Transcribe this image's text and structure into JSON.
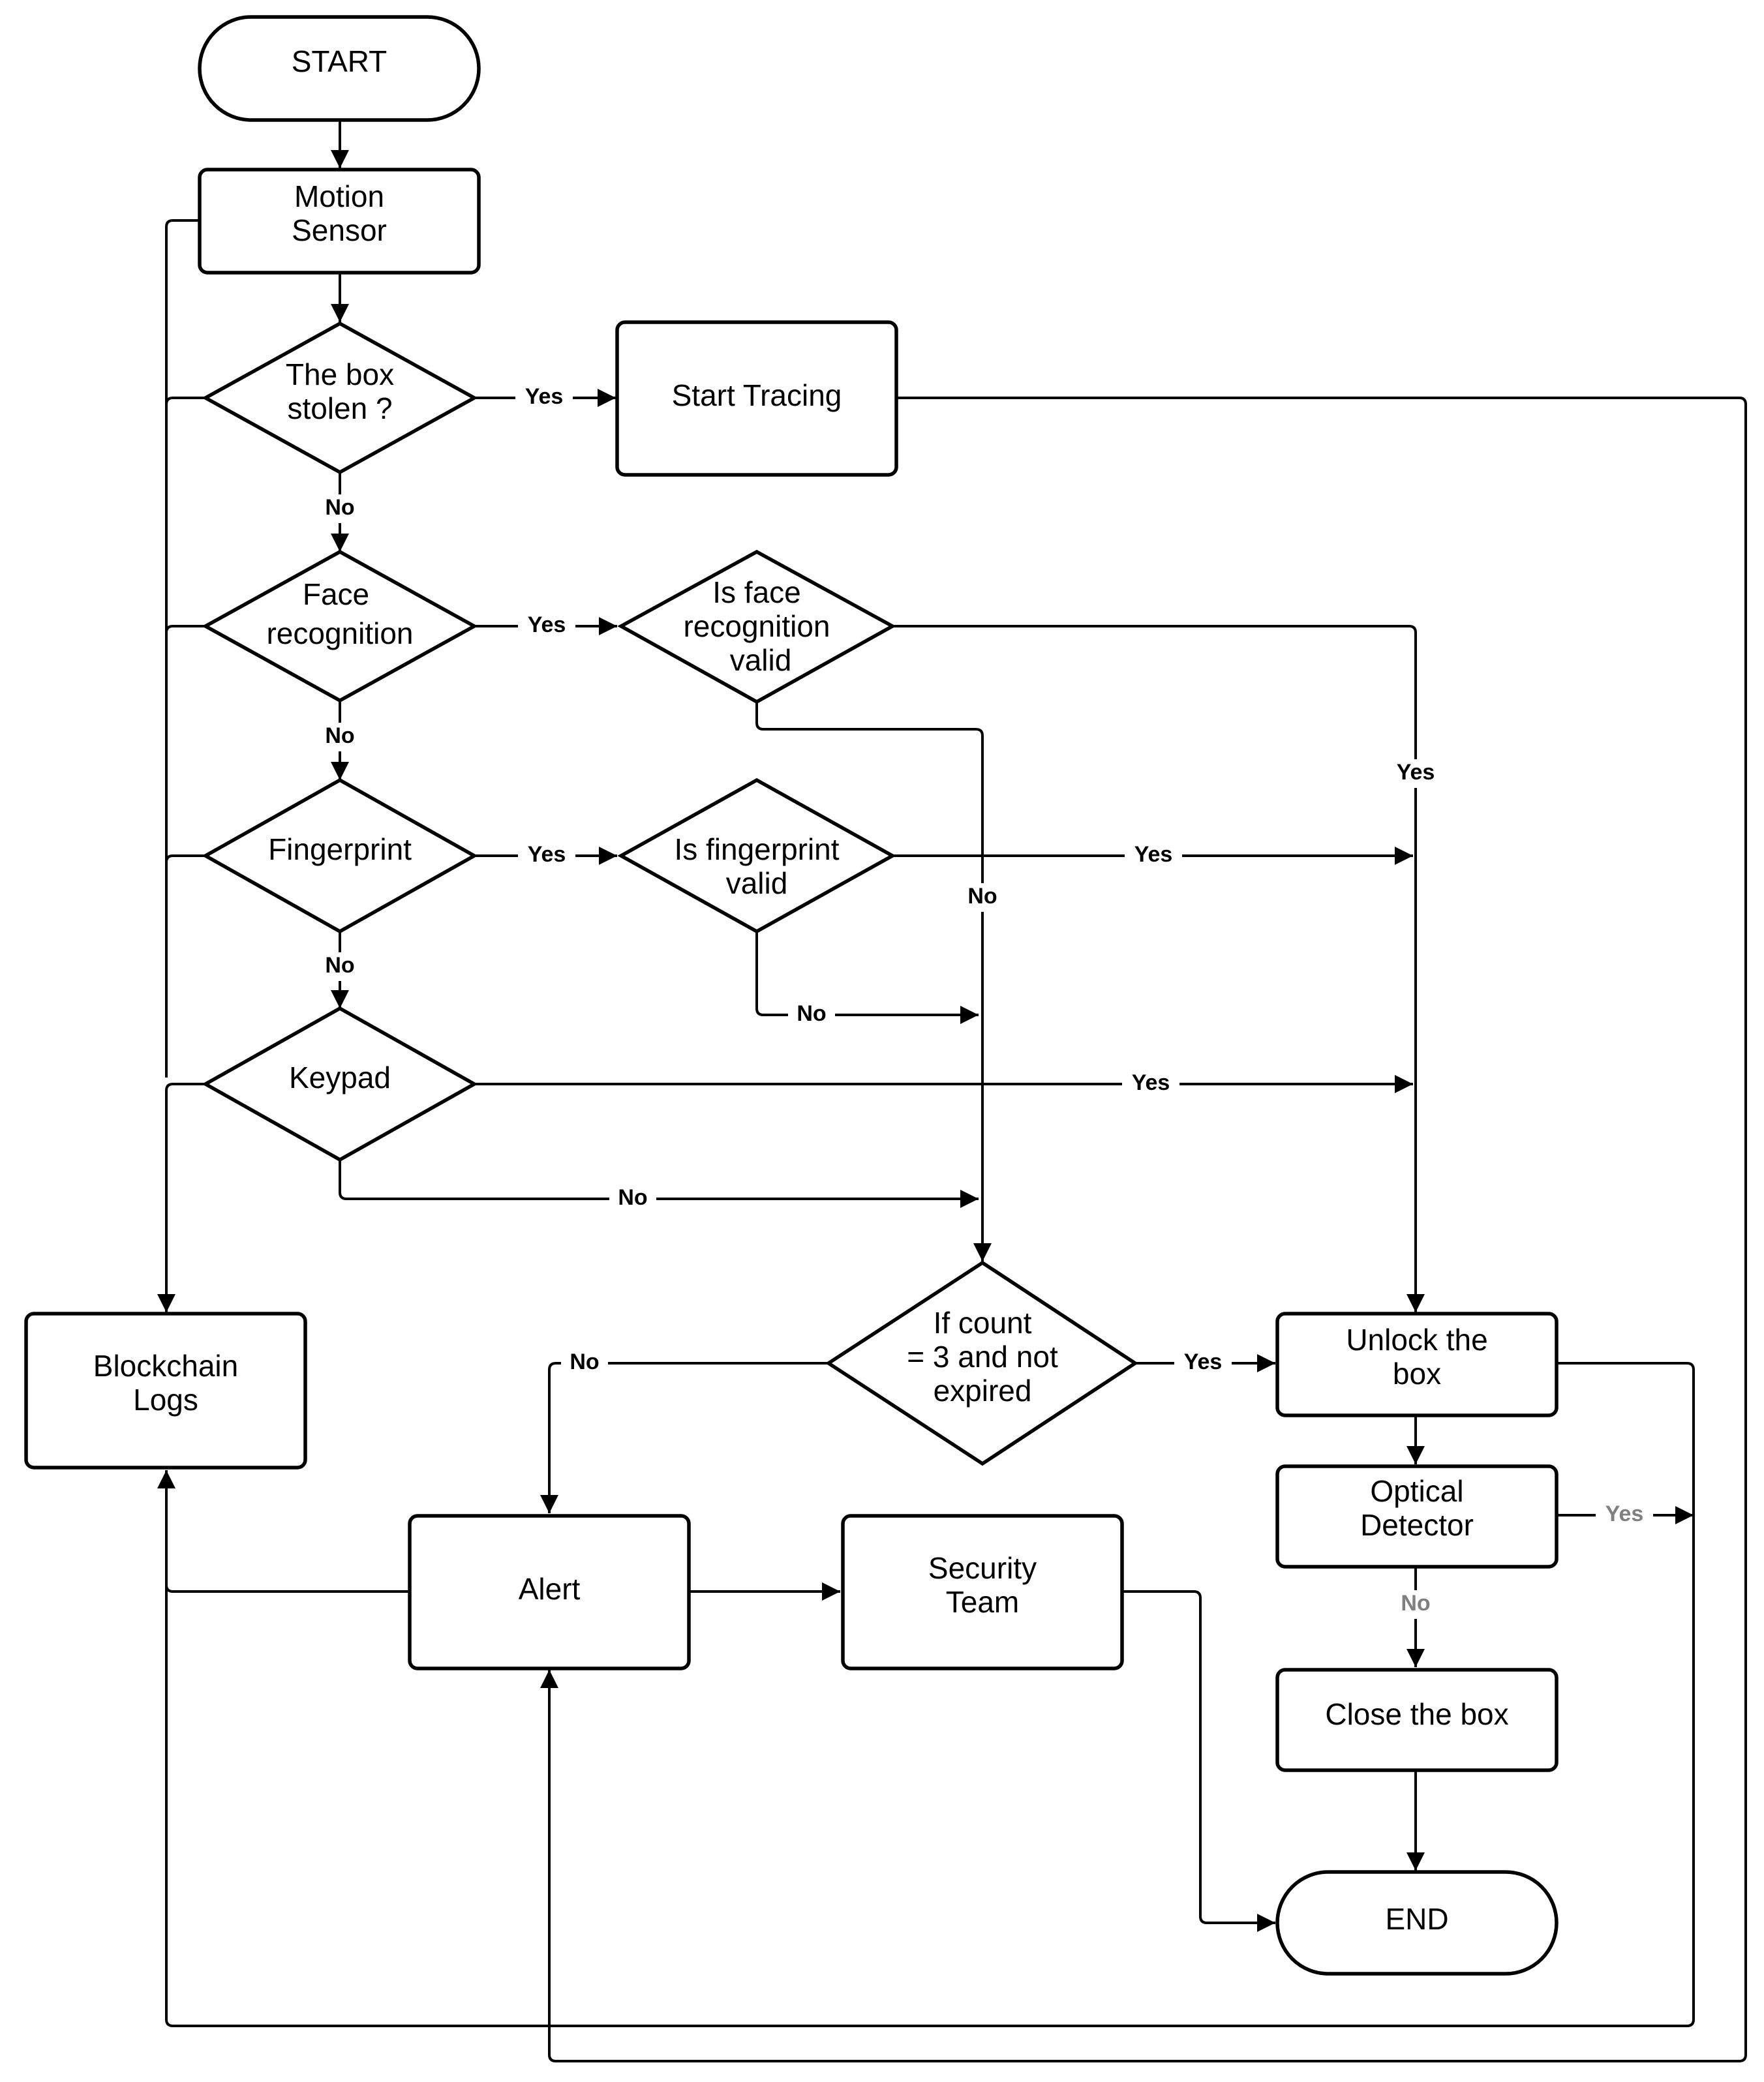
{
  "colors": {
    "stroke": "#000000",
    "background": "#ffffff",
    "label": "#000000",
    "label_muted": "#808080"
  },
  "nodes": {
    "start": "START",
    "motion_sensor": [
      "Motion",
      "Sensor"
    ],
    "box_stolen": [
      "The box",
      "stolen ?"
    ],
    "start_tracing": "Start Tracing",
    "face_recognition": [
      "Face",
      "recognition"
    ],
    "face_valid": [
      "Is face",
      "recognition",
      "valid"
    ],
    "fingerprint": "Fingerprint",
    "fingerprint_valid": [
      "Is fingerprint",
      "valid"
    ],
    "keypad": "Keypad",
    "count_check": [
      "If count",
      "= 3 and not",
      "expired"
    ],
    "unlock_box": [
      "Unlock the",
      "box"
    ],
    "blockchain_logs": [
      "Blockchain",
      "Logs"
    ],
    "alert": "Alert",
    "security_team": [
      "Security",
      "Team"
    ],
    "optical_detector": [
      "Optical",
      "Detector"
    ],
    "close_box": "Close the box",
    "end": "END"
  },
  "edge_labels": {
    "stolen_yes": "Yes",
    "stolen_no": "No",
    "face_yes": "Yes",
    "face_no": "No",
    "face_valid_yes": "Yes",
    "face_valid_no": "No",
    "finger_yes": "Yes",
    "finger_no": "No",
    "finger_valid_yes": "Yes",
    "finger_valid_no": "No",
    "keypad_yes": "Yes",
    "keypad_no": "No",
    "count_yes": "Yes",
    "count_no": "No",
    "optical_yes": "Yes",
    "optical_no": "No"
  }
}
